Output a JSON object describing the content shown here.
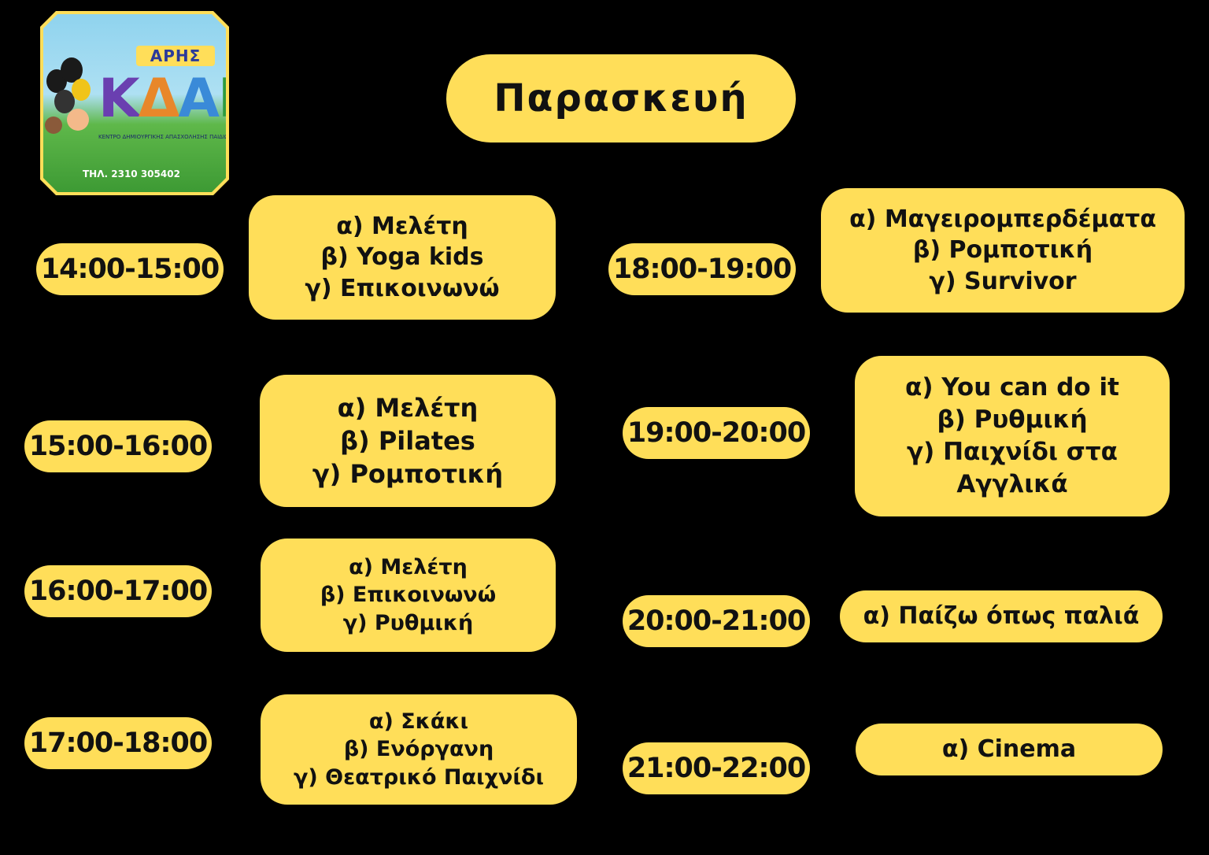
{
  "logo": {
    "banner": "ΑΡΗΣ",
    "name_letters": [
      "Κ",
      "Δ",
      "Α",
      "Π"
    ],
    "subtitle": "ΚΕΝΤΡΟ ΔΗΜΙΟΥΡΓΙΚΗΣ ΑΠΑΣΧΟΛΗΣΗΣ ΠΑΙΔΙΩΝ",
    "phone": "ΤΗΛ. 2310 305402"
  },
  "title": "Παρασκευή",
  "colors": {
    "background": "#000000",
    "pill": "#FFDE59"
  },
  "schedule": [
    {
      "time": "14:00-15:00",
      "activities": [
        "α) Μελέτη",
        "β) Yoga kids",
        "γ) Επικοινωνώ"
      ]
    },
    {
      "time": "15:00-16:00",
      "activities": [
        "α) Μελέτη",
        "β) Pilates",
        "γ) Ρομποτική"
      ]
    },
    {
      "time": "16:00-17:00",
      "activities": [
        "α) Μελέτη",
        "β) Επικοινωνώ",
        "γ) Ρυθμική"
      ]
    },
    {
      "time": "17:00-18:00",
      "activities": [
        "α) Σκάκι",
        "β) Ενόργανη",
        "γ) Θεατρικό Παιχνίδι"
      ]
    },
    {
      "time": "18:00-19:00",
      "activities": [
        "α) Μαγειρομπερδέματα",
        "β) Ρομποτική",
        "γ) Survivor"
      ]
    },
    {
      "time": "19:00-20:00",
      "activities": [
        "α) You can do it",
        "β) Ρυθμική",
        "γ) Παιχνίδι στα",
        "Αγγλικά"
      ]
    },
    {
      "time": "20:00-21:00",
      "activities": [
        "α) Παίζω όπως παλιά"
      ]
    },
    {
      "time": "21:00-22:00",
      "activities": [
        "α) Cinema"
      ]
    }
  ]
}
